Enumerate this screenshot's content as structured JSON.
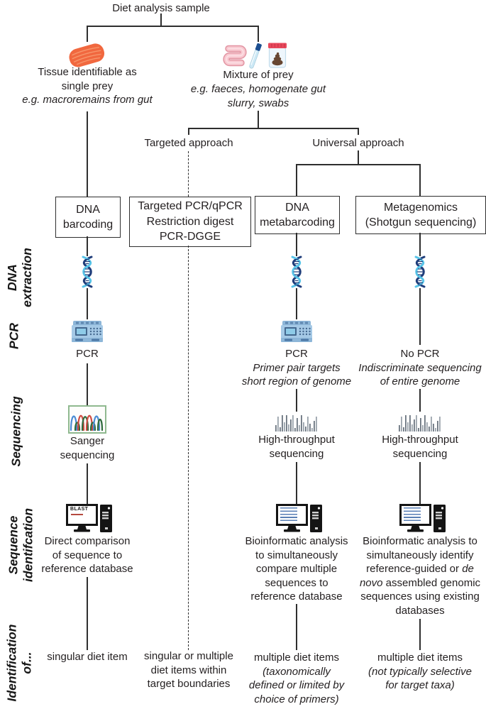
{
  "title": "Diet analysis sample",
  "samples": {
    "single": {
      "line1": "Tissue identifiable as",
      "line2": "single prey",
      "example": "e.g. macroremains from gut"
    },
    "mixture": {
      "line1": "Mixture of prey",
      "example1": "e.g. faeces, homogenate gut",
      "example2": "slurry, swabs"
    }
  },
  "approaches": {
    "targeted": "Targeted approach",
    "universal": "Universal approach"
  },
  "row_labels": {
    "extraction1": "DNA",
    "extraction2": "extraction",
    "pcr": "PCR",
    "sequencing": "Sequencing",
    "seqid1": "Sequence",
    "seqid2": "identifcation",
    "idof1": "Identification",
    "idof2": "of..."
  },
  "boxes": {
    "barcoding1": "DNA",
    "barcoding2": "barcoding",
    "targeted1": "Targeted PCR/qPCR",
    "targeted2": "Restriction digest",
    "targeted3": "PCR-DGGE",
    "metabarcoding1": "DNA",
    "metabarcoding2": "metabarcoding",
    "metagenomics1": "Metagenomics",
    "metagenomics2": "(Shotgun sequencing)"
  },
  "pcr_row": {
    "col1": "PCR",
    "col3_label": "PCR",
    "col3_note1": "Primer pair targets",
    "col3_note2": "short region of genome",
    "col4_label": "No PCR",
    "col4_note1": "Indiscriminate sequencing",
    "col4_note2": "of entire genome"
  },
  "sequencing_row": {
    "col1_1": "Sanger",
    "col1_2": "sequencing",
    "col3_1": "High-throughput",
    "col3_2": "sequencing",
    "col4_1": "High-throughput",
    "col4_2": "sequencing"
  },
  "identification_row": {
    "blast_label": "BLAST",
    "col1_1": "Direct comparison",
    "col1_2": "of sequence to",
    "col1_3": "reference database",
    "col3_1": "Bioinformatic analysis",
    "col3_2": "to simultaneously",
    "col3_3": "compare multiple",
    "col3_4": "sequences to",
    "col3_5": "reference database",
    "col4_1": "Bioinformatic analysis to",
    "col4_2": "simultaneously identify",
    "col4_3a": "reference-guided or ",
    "col4_3b": "de",
    "col4_4a": "novo",
    "col4_4b": " assembled genomic",
    "col4_5": "sequences using existing",
    "col4_6": "databases"
  },
  "results_row": {
    "col1": "singular diet item",
    "col2_1": "singular or multiple",
    "col2_2": "diet items within",
    "col2_3": "target boundaries",
    "col3_label": "multiple diet items",
    "col3_note1": "(taxonomically",
    "col3_note2": "defined or limited by",
    "col3_note3": "choice of primers)",
    "col4_label": "multiple diet items",
    "col4_note1": "(not typically selective",
    "col4_note2": "for target taxa)"
  },
  "icons": {
    "sample_single": "tissue-icon",
    "sample_mixture": [
      "intestine-icon",
      "swab-tube-icon",
      "specimen-jar-icon"
    ],
    "extraction": "dna-helix-icon",
    "pcr": "thermocycler-icon",
    "sanger": "chromatogram-icon",
    "high_throughput": "read-bars-icon",
    "identification": "computer-icon"
  },
  "colors": {
    "line": "#2e2e2e",
    "text": "#231f20",
    "tissue_orange": "#f1683f",
    "intestine_pink": "#f8c8d0",
    "tube_blue_dark": "#1d4f91",
    "tube_blue_light": "#cde9f6",
    "jar_lid_red": "#e8485b",
    "poop_brown": "#684732",
    "helix_dark": "#1f3d7a",
    "helix_light": "#57c4e8",
    "machine_blue": "#a5c9e6",
    "machine_screen": "#44688f",
    "chromatogram_border": "#8fb98f",
    "peak_blue": "#4a8bd4",
    "peak_green": "#2f6b3c",
    "peak_red": "#cf4c41",
    "hts_gray": "#6b7580",
    "seq_screen_blue": "#5a7fb5"
  }
}
